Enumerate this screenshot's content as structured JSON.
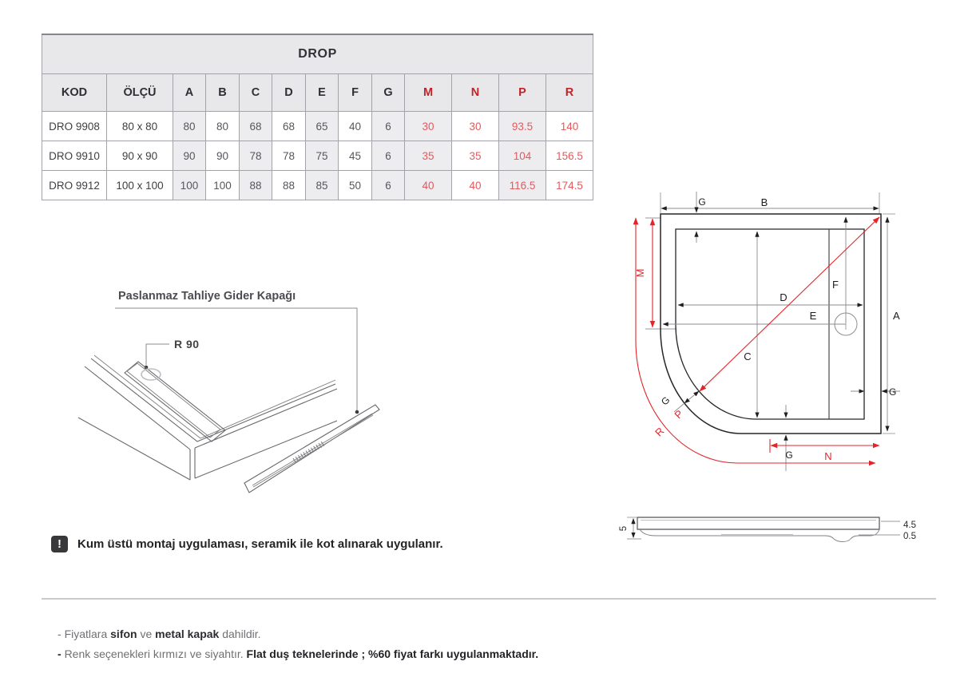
{
  "table": {
    "title": "DROP",
    "columns": [
      "KOD",
      "ÖLÇÜ",
      "A",
      "B",
      "C",
      "D",
      "E",
      "F",
      "G",
      "M",
      "N",
      "P",
      "R"
    ],
    "rows": [
      [
        "DRO 9908",
        "80 x 80",
        "80",
        "80",
        "68",
        "68",
        "65",
        "40",
        "6",
        "30",
        "30",
        "93.5",
        "140"
      ],
      [
        "DRO 9910",
        "90 x 90",
        "90",
        "90",
        "78",
        "78",
        "75",
        "45",
        "6",
        "35",
        "35",
        "104",
        "156.5"
      ],
      [
        "DRO 9912",
        "100 x 100",
        "100",
        "100",
        "88",
        "88",
        "85",
        "50",
        "6",
        "40",
        "40",
        "116.5",
        "174.5"
      ]
    ]
  },
  "iso_drawing": {
    "title": "Paslanmaz Tahliye Gider Kapağı",
    "radius_label": "R 90"
  },
  "top_view": {
    "labels": {
      "A": "A",
      "B": "B",
      "C": "C",
      "D": "D",
      "E": "E",
      "F": "F",
      "G": "G",
      "M": "M",
      "N": "N",
      "P": "P",
      "R": "R"
    }
  },
  "side_view": {
    "height_total": "5",
    "height_upper": "4.5",
    "height_lower": "0.5"
  },
  "note": {
    "icon": "!",
    "text": "Kum üstü montaj uygulaması, seramik ile kot alınarak uygulanır."
  },
  "footer": {
    "line1_dash": "-",
    "line1_pre": "Fiyatlara",
    "line1_bold1": "sifon",
    "line1_mid": "ve",
    "line1_bold2": "metal kapak",
    "line1_post": "dahildir.",
    "line2_dash": "-",
    "line2_normal": "Renk seçenekleri kırmızı ve siyahtır.",
    "line2_bold": "Flat duş teknelerinde ; %60 fiyat farkı uygulanmaktadır."
  },
  "colors": {
    "table_header_bg": "#e8e8eb",
    "column_tint": "#ededf0",
    "red_header": "#c22329",
    "red_value": "#e25a5e",
    "diagram_red": "#e3252b"
  }
}
